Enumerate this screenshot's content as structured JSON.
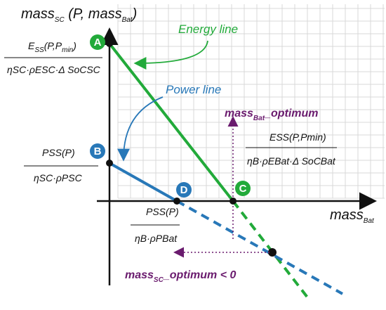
{
  "axes": {
    "y_title_main": "mass",
    "y_title_sub": "SC",
    "y_title_rest": " (P, mass",
    "y_title_sub2": "Bat",
    "y_title_end": ")",
    "x_title_main": "mass",
    "x_title_sub": "Bat"
  },
  "callouts": {
    "energy_line": "Energy line",
    "power_line": "Power line",
    "bat_optimum_main": "mass",
    "bat_optimum_sub": "Bat",
    "bat_optimum_rest": "_optimum",
    "sc_optimum_main": "mass",
    "sc_optimum_sub": "SC",
    "sc_optimum_rest": "_optimum < 0"
  },
  "points": {
    "a": "A",
    "b": "B",
    "c": "C",
    "d": "D"
  },
  "formulas": {
    "a_num_e": "E",
    "a_num_sub": "SS",
    "a_num_rest": "(P,P",
    "a_num_sub2": "min",
    "a_num_end": ")",
    "a_den": "ηSC·ρESC·Δ SoCSC",
    "b_num": "PSS(P)",
    "b_den": "ηSC·ρPSC",
    "c_num": "ESS(P,Pmin)",
    "c_den": "ηB·ρEBat·Δ SoCBat",
    "d_num": "PSS(P)",
    "d_den": "ηB·ρPBat"
  },
  "colors": {
    "energy": "#22aa3a",
    "power": "#2878b8",
    "purple": "#6a1b6e",
    "axis": "#111111",
    "grid": "#d9d9d9"
  }
}
